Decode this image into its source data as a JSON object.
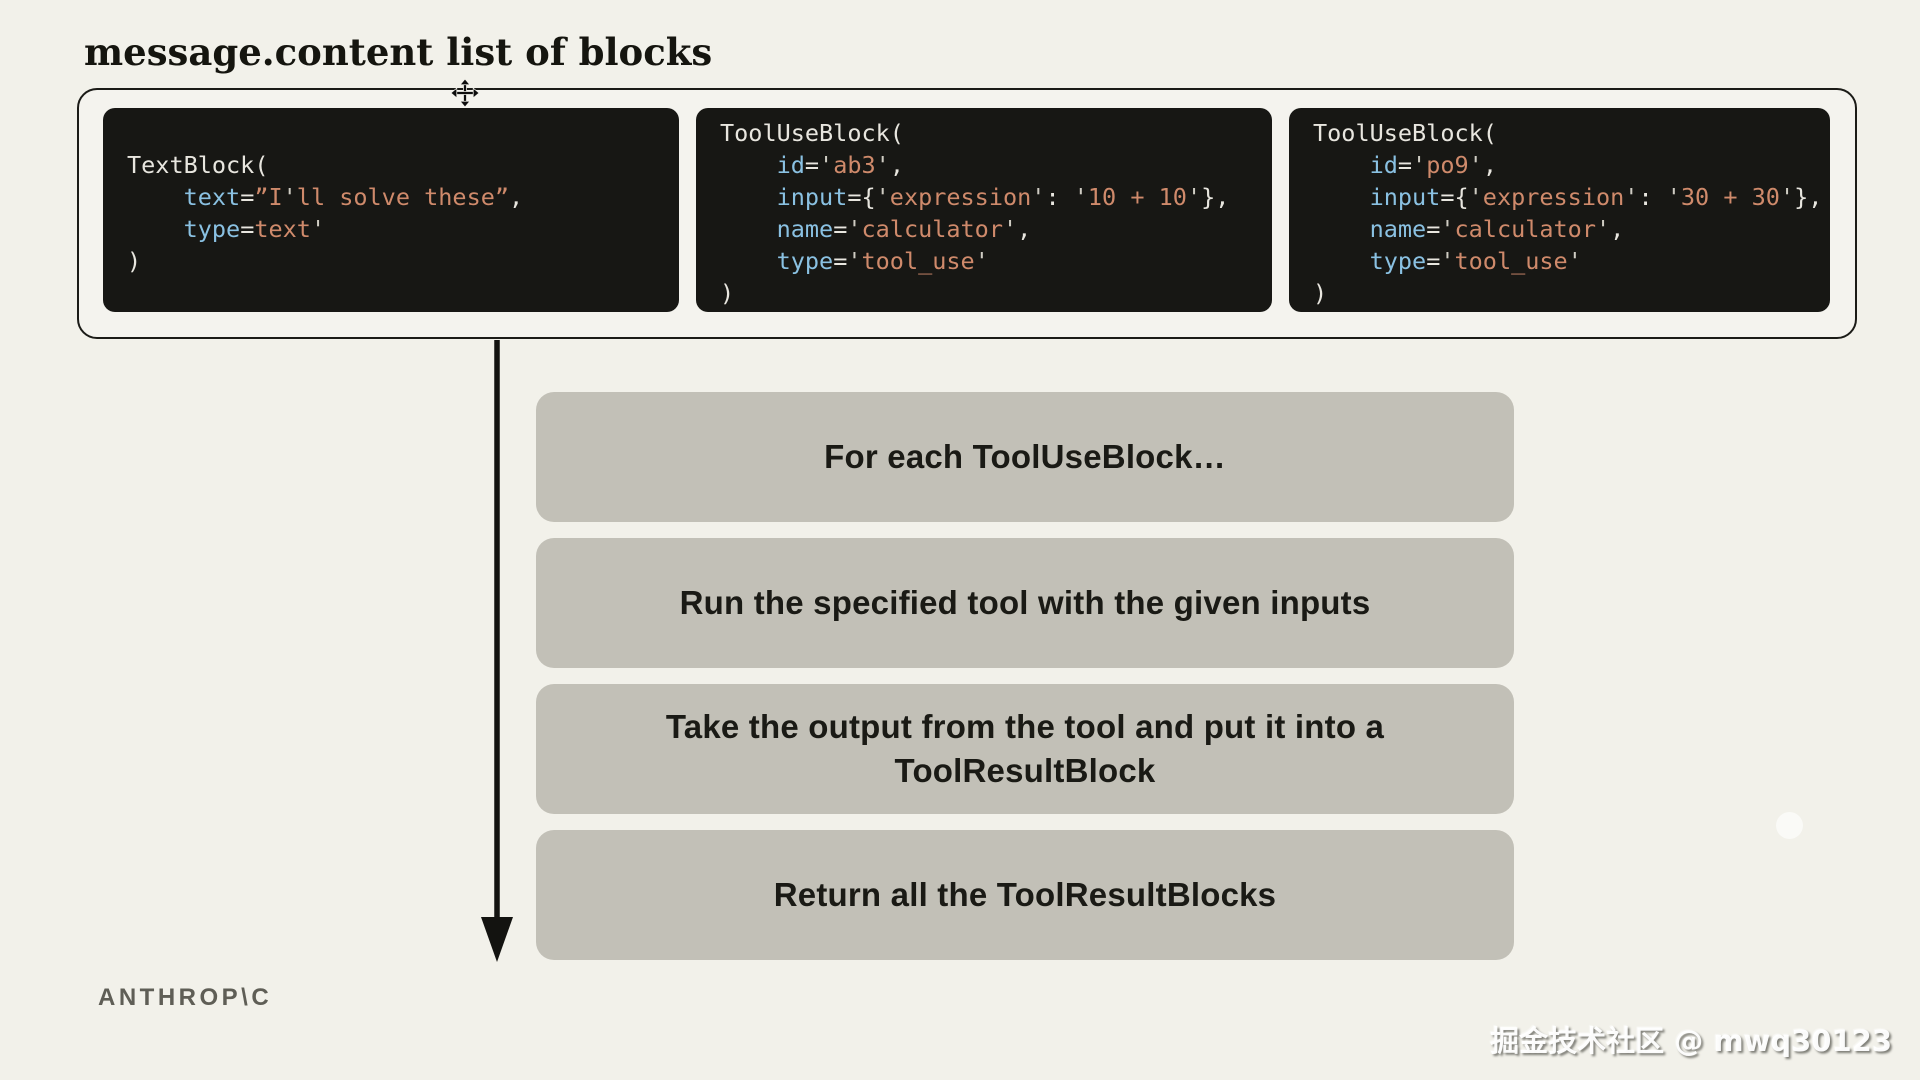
{
  "page": {
    "title": "message.content list of blocks"
  },
  "colors": {
    "page_bg": "#f2f1ea",
    "code_bg": "#171714",
    "code_plain": "#e8e6df",
    "code_key": "#8ac1e2",
    "code_str": "#cf8a6b",
    "code_quote": "#cfccc3",
    "step_bg": "#c2c0b7",
    "step_text": "#1a1a15",
    "ink": "#1b1b17",
    "logo": "#5f5e56"
  },
  "code_blocks": [
    {
      "name": "text-block",
      "lines": [
        [
          {
            "t": "p",
            "v": "TextBlock("
          }
        ],
        [
          {
            "t": "p",
            "v": "    "
          },
          {
            "t": "k",
            "v": "text"
          },
          {
            "t": "p",
            "v": "="
          },
          {
            "t": "s",
            "v": "”I"
          },
          {
            "t": "q",
            "v": "'"
          },
          {
            "t": "s",
            "v": "ll solve these”"
          },
          {
            "t": "p",
            "v": ","
          }
        ],
        [
          {
            "t": "p",
            "v": "    "
          },
          {
            "t": "k",
            "v": "type"
          },
          {
            "t": "p",
            "v": "="
          },
          {
            "t": "s",
            "v": "text"
          },
          {
            "t": "q",
            "v": "'"
          }
        ],
        [
          {
            "t": "p",
            "v": ")"
          }
        ]
      ]
    },
    {
      "name": "tool-use-block-1",
      "lines": [
        [
          {
            "t": "p",
            "v": "ToolUseBlock("
          }
        ],
        [
          {
            "t": "p",
            "v": "    "
          },
          {
            "t": "k",
            "v": "id"
          },
          {
            "t": "p",
            "v": "="
          },
          {
            "t": "q",
            "v": "'"
          },
          {
            "t": "s",
            "v": "ab3"
          },
          {
            "t": "q",
            "v": "'"
          },
          {
            "t": "p",
            "v": ","
          }
        ],
        [
          {
            "t": "p",
            "v": "    "
          },
          {
            "t": "k",
            "v": "input"
          },
          {
            "t": "p",
            "v": "={"
          },
          {
            "t": "q",
            "v": "'"
          },
          {
            "t": "s",
            "v": "expression"
          },
          {
            "t": "q",
            "v": "'"
          },
          {
            "t": "p",
            "v": ": "
          },
          {
            "t": "q",
            "v": "'"
          },
          {
            "t": "s",
            "v": "10 + 10"
          },
          {
            "t": "q",
            "v": "'"
          },
          {
            "t": "p",
            "v": "},"
          }
        ],
        [
          {
            "t": "p",
            "v": "    "
          },
          {
            "t": "k",
            "v": "name"
          },
          {
            "t": "p",
            "v": "="
          },
          {
            "t": "q",
            "v": "'"
          },
          {
            "t": "s",
            "v": "calculator"
          },
          {
            "t": "q",
            "v": "'"
          },
          {
            "t": "p",
            "v": ","
          }
        ],
        [
          {
            "t": "p",
            "v": "    "
          },
          {
            "t": "k",
            "v": "type"
          },
          {
            "t": "p",
            "v": "="
          },
          {
            "t": "q",
            "v": "'"
          },
          {
            "t": "s",
            "v": "tool_use"
          },
          {
            "t": "q",
            "v": "'"
          }
        ],
        [
          {
            "t": "p",
            "v": ")"
          }
        ]
      ]
    },
    {
      "name": "tool-use-block-2",
      "lines": [
        [
          {
            "t": "p",
            "v": "ToolUseBlock("
          }
        ],
        [
          {
            "t": "p",
            "v": "    "
          },
          {
            "t": "k",
            "v": "id"
          },
          {
            "t": "p",
            "v": "="
          },
          {
            "t": "q",
            "v": "'"
          },
          {
            "t": "s",
            "v": "po9"
          },
          {
            "t": "q",
            "v": "'"
          },
          {
            "t": "p",
            "v": ","
          }
        ],
        [
          {
            "t": "p",
            "v": "    "
          },
          {
            "t": "k",
            "v": "input"
          },
          {
            "t": "p",
            "v": "={"
          },
          {
            "t": "q",
            "v": "'"
          },
          {
            "t": "s",
            "v": "expression"
          },
          {
            "t": "q",
            "v": "'"
          },
          {
            "t": "p",
            "v": ": "
          },
          {
            "t": "q",
            "v": "'"
          },
          {
            "t": "s",
            "v": "30 + 30"
          },
          {
            "t": "q",
            "v": "'"
          },
          {
            "t": "p",
            "v": "},"
          }
        ],
        [
          {
            "t": "p",
            "v": "    "
          },
          {
            "t": "k",
            "v": "name"
          },
          {
            "t": "p",
            "v": "="
          },
          {
            "t": "q",
            "v": "'"
          },
          {
            "t": "s",
            "v": "calculator"
          },
          {
            "t": "q",
            "v": "'"
          },
          {
            "t": "p",
            "v": ","
          }
        ],
        [
          {
            "t": "p",
            "v": "    "
          },
          {
            "t": "k",
            "v": "type"
          },
          {
            "t": "p",
            "v": "="
          },
          {
            "t": "q",
            "v": "'"
          },
          {
            "t": "s",
            "v": "tool_use"
          },
          {
            "t": "q",
            "v": "'"
          }
        ],
        [
          {
            "t": "p",
            "v": ")"
          }
        ]
      ]
    }
  ],
  "steps": [
    {
      "label": "For each ToolUseBlock…"
    },
    {
      "label": "Run the specified tool with the given inputs"
    },
    {
      "label": "Take the output from the tool and put it into a ToolResultBlock"
    },
    {
      "label": "Return all the ToolResultBlocks"
    }
  ],
  "footer": {
    "logo": "ANTHROP\\C",
    "watermark": "掘金技术社区 @ mwq30123"
  }
}
